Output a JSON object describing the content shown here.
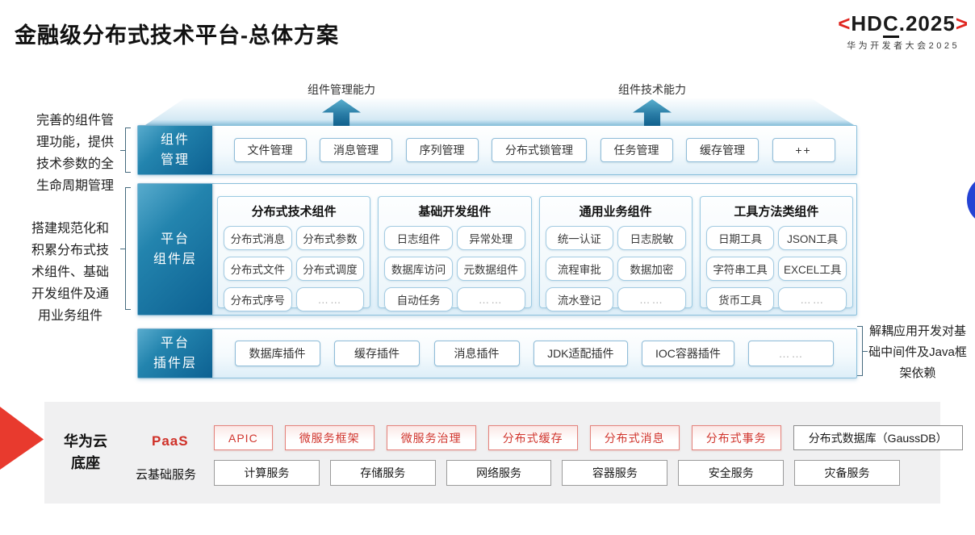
{
  "slide": {
    "title": "金融级分布式技术平台-总体方案"
  },
  "logo": {
    "bracket_left": "<",
    "text_hd": "HD",
    "text_c": "C",
    "text_rest": ".2025",
    "bracket_right": ">",
    "subtitle": "华为开发者大会2025"
  },
  "arrows": {
    "left_label": "组件管理能力",
    "right_label": "组件技术能力"
  },
  "notes": {
    "left_top": "完善的组件管理功能，提供技术参数的全生命周期管理",
    "left_bottom": "搭建规范化和积累分布式技术组件、基础开发组件及通用业务组件",
    "right": "解耦应用开发对基础中间件及Java框架依赖"
  },
  "rows": {
    "management": {
      "label_lines": [
        "组件",
        "管理"
      ],
      "items": [
        "文件管理",
        "消息管理",
        "序列管理",
        "分布式锁管理",
        "任务管理",
        "缓存管理",
        "++"
      ]
    },
    "components": {
      "label_lines": [
        "平台",
        "组件层"
      ],
      "groups": [
        {
          "title": "分布式技术组件",
          "items": [
            "分布式消息",
            "分布式参数",
            "分布式文件",
            "分布式调度",
            "分布式序号",
            "……"
          ]
        },
        {
          "title": "基础开发组件",
          "items": [
            "日志组件",
            "异常处理",
            "数据库访问",
            "元数据组件",
            "自动任务",
            "……"
          ]
        },
        {
          "title": "通用业务组件",
          "items": [
            "统一认证",
            "日志脱敏",
            "流程审批",
            "数据加密",
            "流水登记",
            "……"
          ]
        },
        {
          "title": "工具方法类组件",
          "items": [
            "日期工具",
            "JSON工具",
            "字符串工具",
            "EXCEL工具",
            "货币工具",
            "……"
          ]
        }
      ]
    },
    "plugins": {
      "label_lines": [
        "平台",
        "插件层"
      ],
      "items": [
        "数据库插件",
        "缓存插件",
        "消息插件",
        "JDK适配插件",
        "IOC容器插件",
        "……"
      ]
    }
  },
  "foundation": {
    "label_lines": [
      "华为云",
      "底座"
    ],
    "paas_label": "PaaS",
    "paas_items": [
      "APIC",
      "微服务框架",
      "微服务治理",
      "分布式缓存",
      "分布式消息",
      "分布式事务"
    ],
    "paas_db_item": "分布式数据库（GaussDB）",
    "cloud_label": "云基础服务",
    "cloud_items": [
      "计算服务",
      "存储服务",
      "网络服务",
      "容器服务",
      "安全服务",
      "灾备服务"
    ]
  },
  "colors": {
    "label_gradient_light": "#58abcd",
    "label_gradient_dark": "#0d6192",
    "band_border": "#8abfdb",
    "arrow_teal": "#2580a8",
    "hdc_red": "#e0251f",
    "paas_red": "#cf2f27",
    "wedge_red": "#e83a2e",
    "circle_blue": "#2443d4"
  }
}
